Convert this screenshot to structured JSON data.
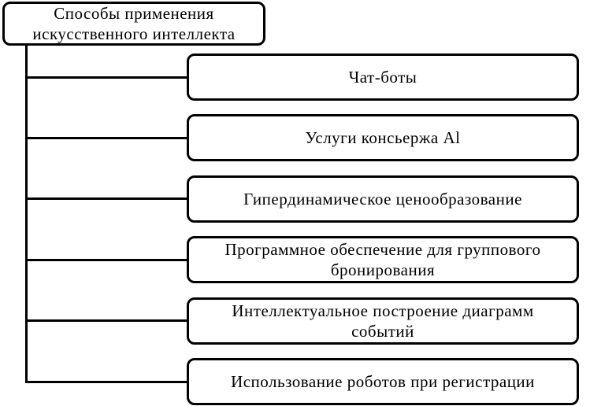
{
  "diagram": {
    "title_box": {
      "label": "Способы применения искусственного интеллекта"
    },
    "branches": [
      {
        "label": "Чат-боты"
      },
      {
        "label": "Услуги консьержа Al"
      },
      {
        "label": "Гипердинамическое ценообразование"
      },
      {
        "label": "Программное обеспечение для группового бронирования"
      },
      {
        "label": "Интеллектуальное построение диаграмм событий"
      },
      {
        "label": "Использование роботов при регистрации"
      }
    ],
    "colors": {
      "stroke": "#000000",
      "fill": "#ffffff",
      "text": "#000000"
    }
  }
}
